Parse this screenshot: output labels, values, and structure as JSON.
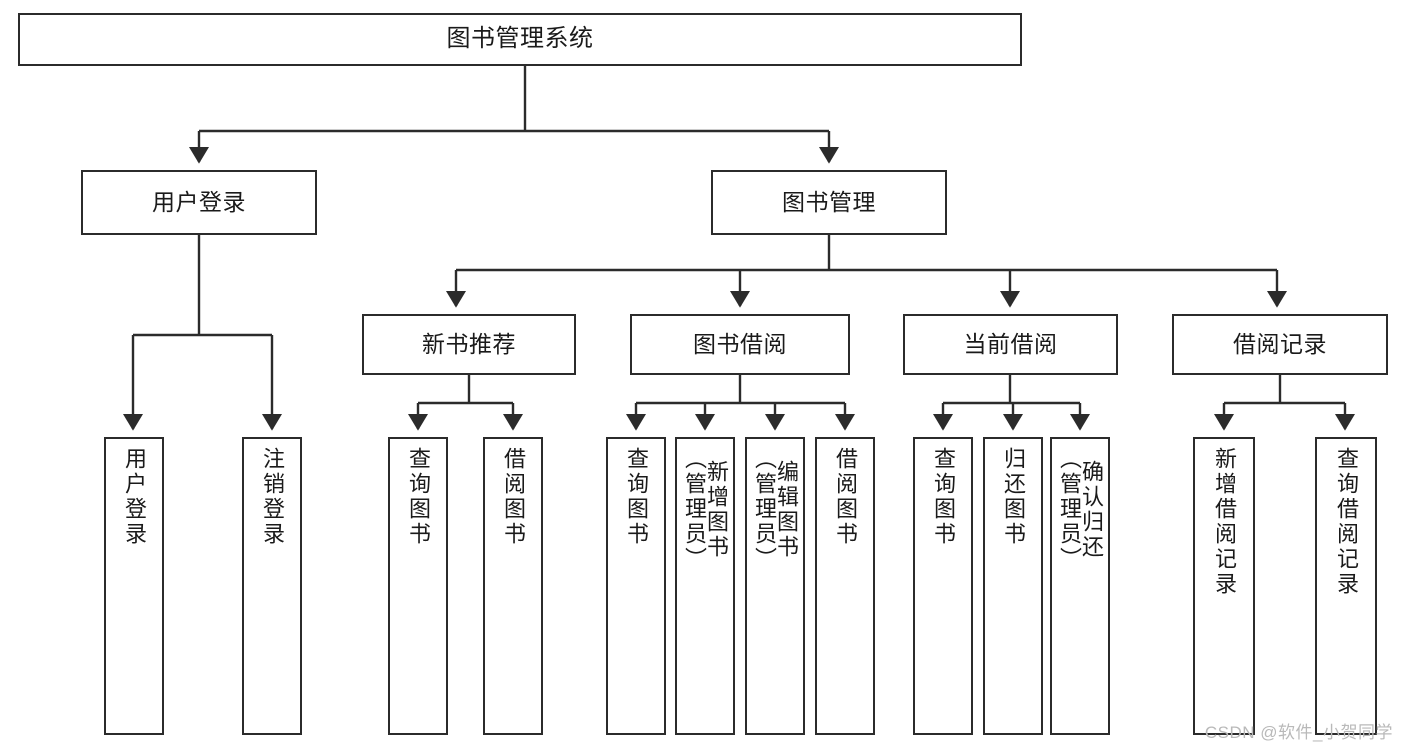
{
  "diagram": {
    "type": "hierarchy-tree",
    "title": "图书管理系统",
    "watermark": "CSDN @软件_小贺同学",
    "colors": {
      "node_border": "#2b2b2b",
      "node_fill": "#ffffff",
      "edge": "#2b2b2b",
      "text": "#1a1a1a",
      "watermark": "#b9b9b9"
    },
    "levels": {
      "root": [
        "图书管理系统"
      ],
      "level2": [
        "用户登录",
        "图书管理"
      ],
      "level3": [
        "新书推荐",
        "图书借阅",
        "当前借阅",
        "借阅记录"
      ],
      "leaves": [
        "用户登录",
        "注销登录",
        "查询图书",
        "借阅图书",
        "查询图书",
        "新增图书（管理员）",
        "编辑图书（管理员）",
        "借阅图书",
        "查询图书",
        "归还图书",
        "确认归还（管理员）",
        "新增借阅记录",
        "查询借阅记录"
      ]
    },
    "nodes": {
      "root": {
        "label": "图书管理系统"
      },
      "user_login": {
        "label": "用户登录"
      },
      "book_manage": {
        "label": "图书管理"
      },
      "new_book_rec": {
        "label": "新书推荐"
      },
      "book_borrow": {
        "label": "图书借阅"
      },
      "current_borrow": {
        "label": "当前借阅"
      },
      "borrow_record": {
        "label": "借阅记录"
      },
      "leaf_user_login": {
        "label": "用户登录"
      },
      "leaf_user_logout": {
        "label": "注销登录"
      },
      "leaf_rec_query": {
        "label": "查询图书"
      },
      "leaf_rec_borrow": {
        "label": "借阅图书"
      },
      "leaf_borrow_query": {
        "label": "查询图书"
      },
      "leaf_borrow_add": {
        "label": "新增图书\n（管理员）"
      },
      "leaf_borrow_edit": {
        "label": "编辑图书\n（管理员）"
      },
      "leaf_borrow_lend": {
        "label": "借阅图书"
      },
      "leaf_cur_query": {
        "label": "查询图书"
      },
      "leaf_cur_return": {
        "label": "归还图书"
      },
      "leaf_cur_confirm": {
        "label": "确认归还\n（管理员）"
      },
      "leaf_rec_add": {
        "label": "新增借阅记录"
      },
      "leaf_rec_search": {
        "label": "查询借阅记录"
      }
    }
  }
}
